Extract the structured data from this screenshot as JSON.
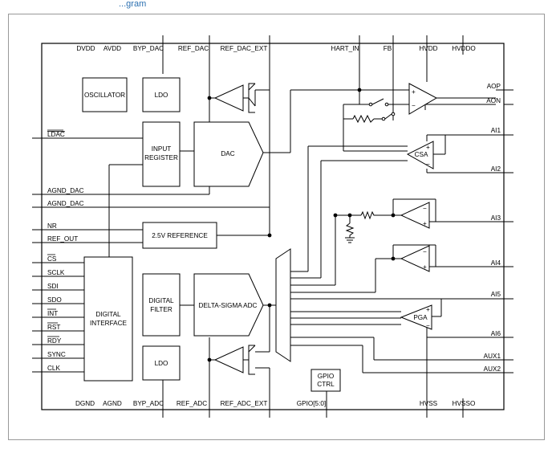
{
  "header": {
    "title_fragment": "...gram"
  },
  "pins": {
    "top": [
      "DVDD",
      "AVDD",
      "BYP_DAC",
      "REF_DAC",
      "REF_DAC_EXT",
      "HART_IN",
      "FB",
      "HVDD",
      "HVDDO"
    ],
    "bottom": [
      "DGND",
      "AGND",
      "BYP_ADC",
      "REF_ADC",
      "REF_ADC_EXT",
      "GPIO[5:0]",
      "HVSS",
      "HVSSO"
    ],
    "left_dac": [
      "LDAC",
      "AGND_DAC",
      "AGND_DAC"
    ],
    "left_ref": [
      "NR",
      "REF_OUT"
    ],
    "left_interface": [
      "CS",
      "SCLK",
      "SDI",
      "SDO",
      "INT",
      "RST",
      "RDY",
      "SYNC",
      "CLK"
    ],
    "right": [
      "AOP",
      "AON",
      "AI1",
      "AI2",
      "AI3",
      "AI4",
      "AI5",
      "AI6",
      "AUX1",
      "AUX2"
    ]
  },
  "blocks": {
    "oscillator": "OSCILLATOR",
    "ldo_dac": "LDO",
    "input_register": [
      "INPUT",
      "REGISTER"
    ],
    "dac": "DAC",
    "reference": "2.5V REFERENCE",
    "digital_interface": [
      "DIGITAL",
      "INTERFACE"
    ],
    "digital_filter": [
      "DIGITAL",
      "FILTER"
    ],
    "delta_sigma_adc": "DELTA-SIGMA ADC",
    "ldo_adc": "LDO",
    "gpio_ctrl": [
      "GPIO",
      "CTRL"
    ],
    "csa": "CSA",
    "pga": "PGA"
  },
  "symbols": {
    "plus": "+",
    "minus": "−"
  },
  "colors": {
    "line": "#000000",
    "frame": "#999999",
    "title": "#2a6fb0"
  }
}
